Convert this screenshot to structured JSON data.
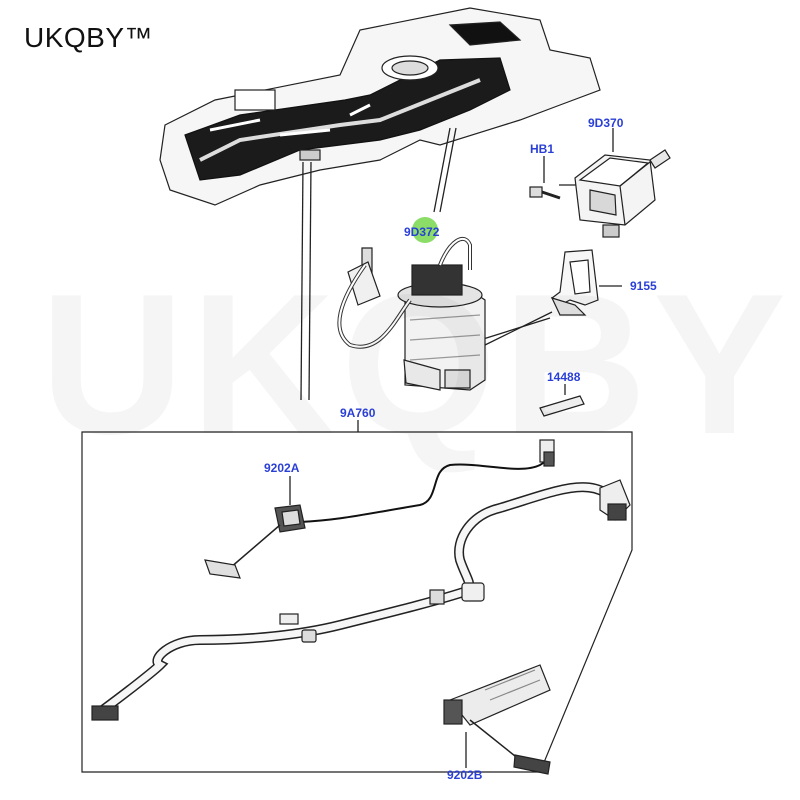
{
  "brand": {
    "text": "UKQBY™"
  },
  "watermark": {
    "text": "UKQBY™"
  },
  "colors": {
    "callout": "#2a3fd6",
    "hotspot": "#7ed957",
    "line": "#222222"
  },
  "callouts": {
    "c_9D370": "9D370",
    "c_HB1": "HB1",
    "c_9D372": "9D372",
    "c_9155": "9155",
    "c_14488": "14488",
    "c_9A760": "9A760",
    "c_9202A": "9202A",
    "c_9202B": "9202B"
  },
  "hotspot": {
    "label": "selected-part-marker"
  }
}
